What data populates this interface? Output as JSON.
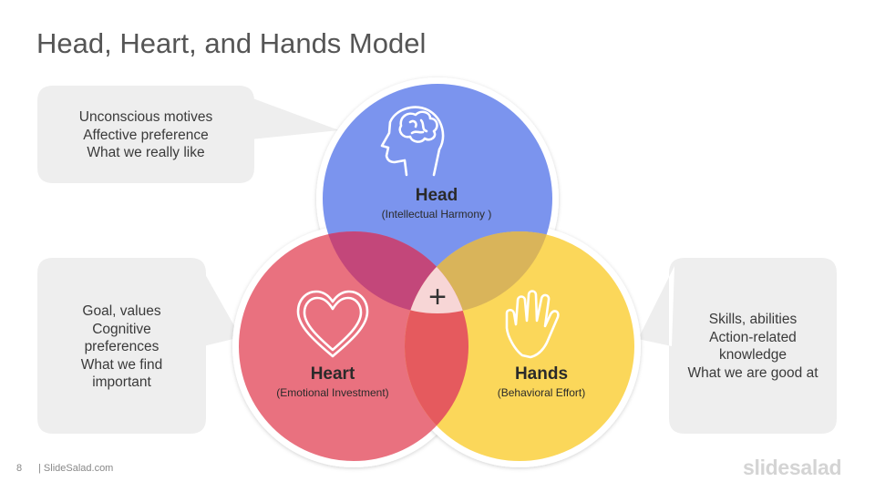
{
  "title": "Head, Heart, and Hands Model",
  "callouts": {
    "head": [
      "Unconscious motives",
      "Affective preference",
      "What we really like"
    ],
    "heart": [
      "Goal, values",
      "Cognitive",
      "preferences",
      "What we find",
      "important"
    ],
    "hands": [
      "Skills, abilities",
      "Action-related",
      "knowledge",
      "What we are good at"
    ]
  },
  "circles": {
    "head": {
      "label": "Head",
      "sublabel": "(Intellectual Harmony )",
      "color": "#7b94ee",
      "icon": "brain-head-icon"
    },
    "heart": {
      "label": "Heart",
      "sublabel": "(Emotional Investment)",
      "color": "#e9717f",
      "icon": "heart-icon"
    },
    "hands": {
      "label": "Hands",
      "sublabel": "(Behavioral Effort)",
      "color": "#fbd75a",
      "icon": "hand-icon"
    }
  },
  "center_symbol": "+",
  "colors": {
    "callout_bg": "#eeeeee",
    "title": "#555555",
    "overlap_head_heart": "#c3477a",
    "overlap_head_hands": "#d9b45a",
    "overlap_heart_hands": "#e55a5e",
    "center": "#f7d6d6"
  },
  "footer": {
    "page_number": "8",
    "site": "| SlideSalad.com",
    "logo": "slidesalad"
  }
}
